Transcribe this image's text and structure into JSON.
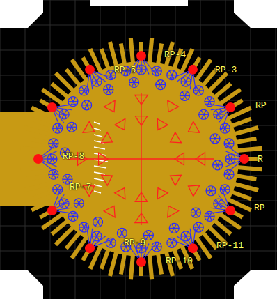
{
  "diagram": {
    "labels": [
      "RP-4",
      "RP-5",
      "RP-3",
      "RP",
      "R",
      "RP",
      "RP-11",
      "RP-10",
      "RP-9",
      "RP-7",
      "RP-8"
    ]
  }
}
